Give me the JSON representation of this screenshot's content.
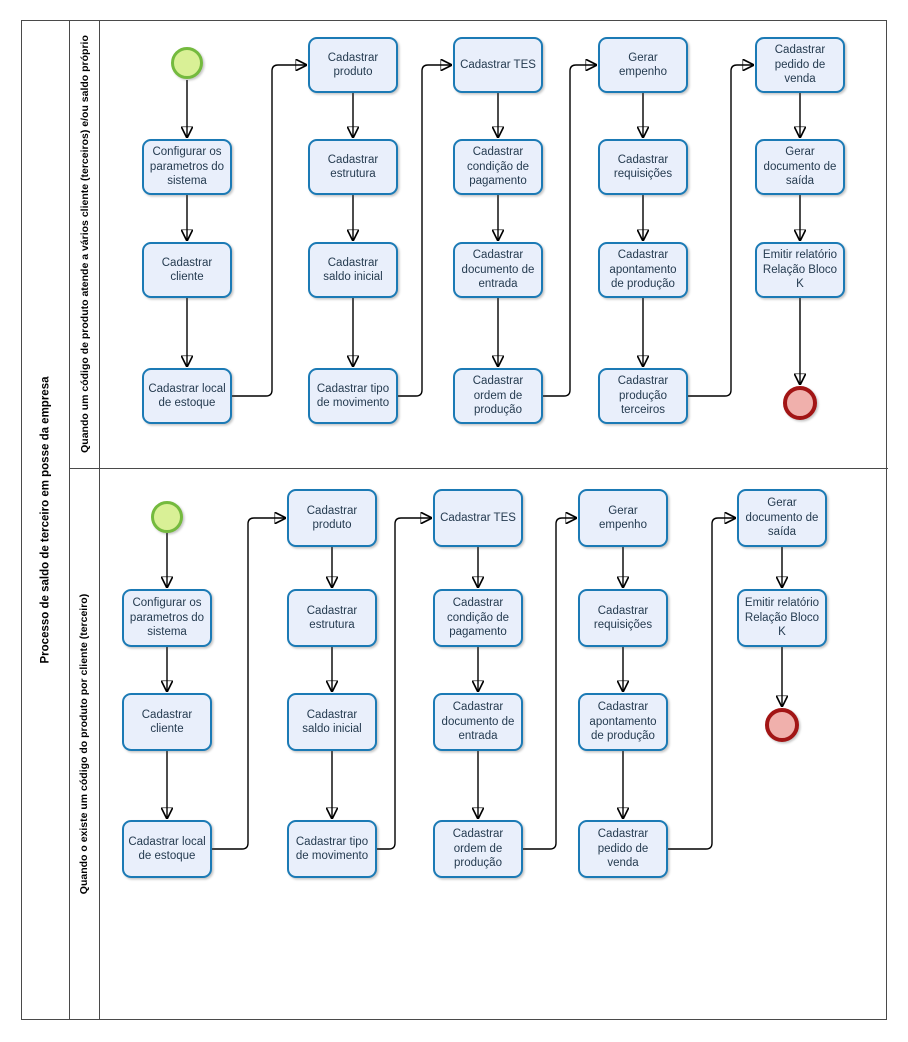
{
  "pool": {
    "label": "Processo de saldo de terceiro em posse da empresa"
  },
  "lanes": [
    {
      "label": "Quando um código de produto atende a vários cliente (terceiros) e/ou saldo próprio",
      "start_event": "start-event",
      "end_event": "end-event",
      "tasks": [
        "Configurar os parametros do sistema",
        "Cadastrar cliente",
        "Cadastrar local de estoque",
        "Cadastrar produto",
        "Cadastrar estrutura",
        "Cadastrar saldo inicial",
        "Cadastrar tipo de movimento",
        "Cadastrar TES",
        "Cadastrar condição de pagamento",
        "Cadastrar documento de entrada",
        "Cadastrar ordem de produção",
        "Gerar empenho",
        "Cadastrar requisições",
        "Cadastrar apontamento de produção",
        "Cadastrar produção terceiros",
        "Cadastrar pedido de venda",
        "Gerar documento de saída",
        "Emitir relatório Relação Bloco K"
      ]
    },
    {
      "label": "Quando o existe um código do produto por cliente (terceiro)",
      "start_event": "start-event",
      "end_event": "end-event",
      "tasks": [
        "Configurar os parametros do sistema",
        "Cadastrar cliente",
        "Cadastrar local de estoque",
        "Cadastrar produto",
        "Cadastrar estrutura",
        "Cadastrar saldo inicial",
        "Cadastrar tipo de movimento",
        "Cadastrar TES",
        "Cadastrar condição de pagamento",
        "Cadastrar documento de entrada",
        "Cadastrar ordem de produção",
        "Gerar empenho",
        "Cadastrar requisições",
        "Cadastrar apontamento de produção",
        "Cadastrar pedido de venda",
        "Gerar documento de saída",
        "Emitir relatório Relação Bloco K"
      ]
    }
  ],
  "colors": {
    "task_fill": "#e9effb",
    "task_border": "#1b7ab5",
    "start_fill": "#d9f096",
    "start_border": "#74ba3e",
    "end_fill": "#f0b0ac",
    "end_border": "#a21515",
    "connector": "#000000",
    "frame": "#4a4a4a"
  }
}
